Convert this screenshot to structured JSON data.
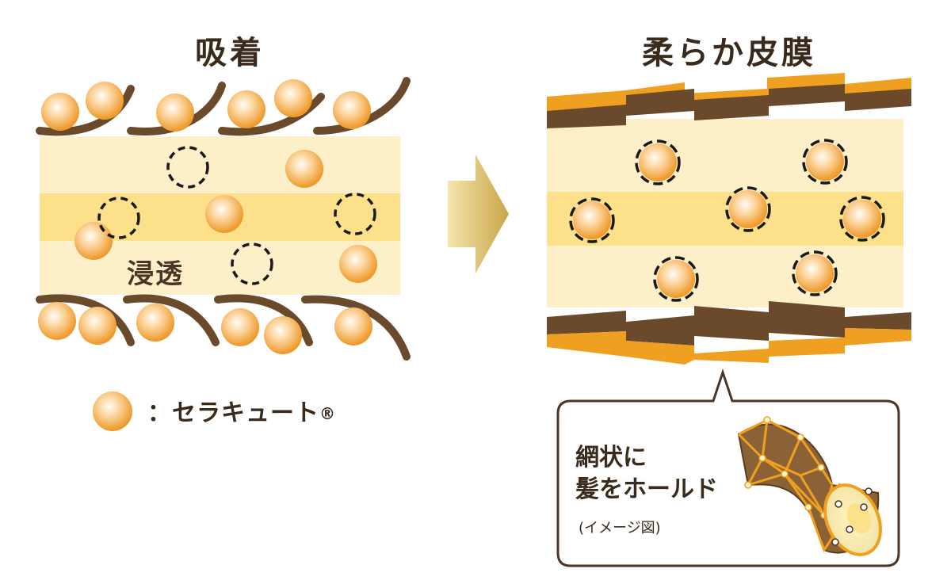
{
  "left_panel": {
    "title": "吸着",
    "penetration_label": "浸透"
  },
  "right_panel": {
    "title": "柔らか皮膜"
  },
  "legend": {
    "separator": "：",
    "name": "セラキュート",
    "mark": "®"
  },
  "callout": {
    "line1": "網状に",
    "line2": "髪をホールド",
    "note": "(イメージ図)"
  },
  "colors": {
    "cuticle_brown": "#6b4a2c",
    "film_orange": "#f0a020",
    "cortex_cream": "#fdf0c8",
    "medulla_yellow": "#fde08a",
    "ball_orange": "#f2a23c",
    "arrow_gold": "#d8b760"
  }
}
